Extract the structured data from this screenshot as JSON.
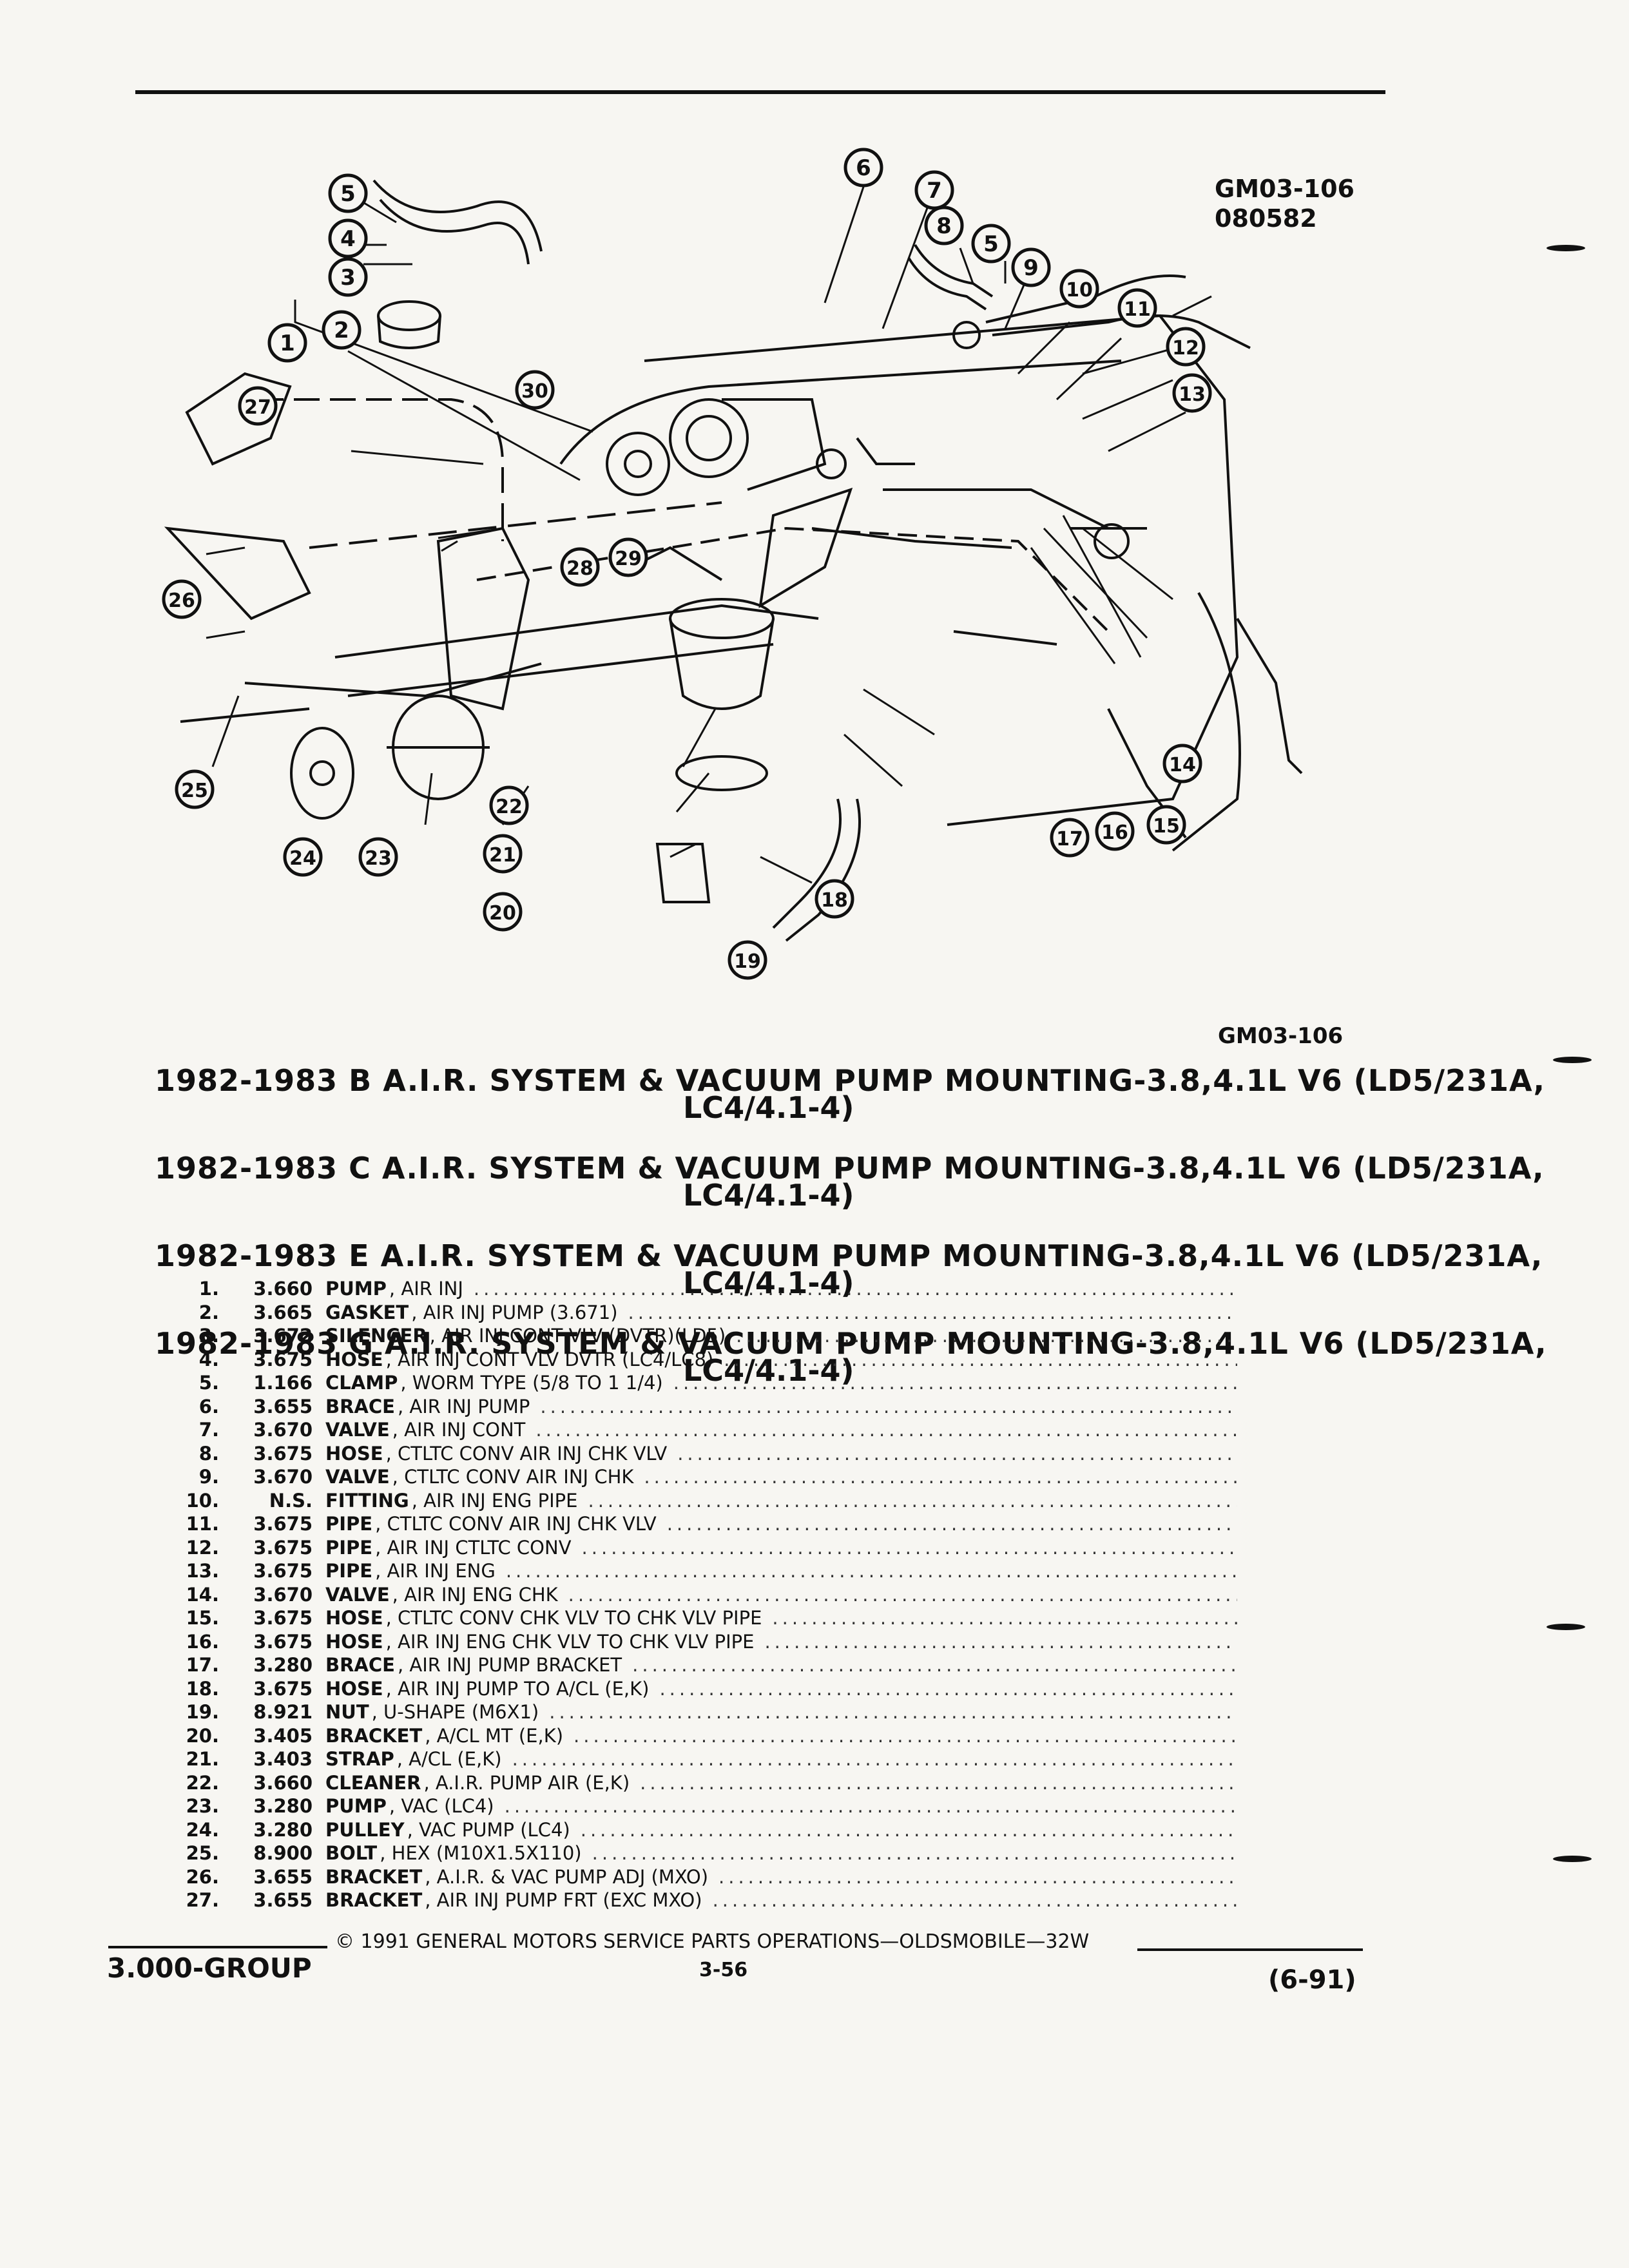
{
  "figure": {
    "code_line1": "GM03-106",
    "code_line2": "080582",
    "code_bottom": "GM03-106",
    "callouts": [
      "1",
      "2",
      "3",
      "4",
      "5",
      "5",
      "6",
      "7",
      "8",
      "9",
      "10",
      "11",
      "12",
      "13",
      "14",
      "15",
      "16",
      "17",
      "18",
      "19",
      "20",
      "21",
      "22",
      "23",
      "24",
      "25",
      "26",
      "27",
      "28",
      "29",
      "30"
    ]
  },
  "titles": [
    {
      "main": "1982-1983 B A.I.R. SYSTEM & VACUUM PUMP MOUNTING-3.8,4.1L V6 (LD5/231A,",
      "cont": "LC4/4.1-4)"
    },
    {
      "main": "1982-1983 C A.I.R. SYSTEM & VACUUM PUMP MOUNTING-3.8,4.1L V6 (LD5/231A,",
      "cont": "LC4/4.1-4)"
    },
    {
      "main": "1982-1983 E A.I.R. SYSTEM & VACUUM PUMP MOUNTING-3.8,4.1L V6 (LD5/231A,",
      "cont": "LC4/4.1-4)"
    },
    {
      "main": "1982-1983 G A.I.R. SYSTEM & VACUUM PUMP MOUNTING-3.8,4.1L V6 (LD5/231A,",
      "cont": "LC4/4.1-4)"
    }
  ],
  "parts": [
    {
      "num": "1.",
      "group": "3.660",
      "name": "PUMP",
      "desc": ", AIR INJ"
    },
    {
      "num": "2.",
      "group": "3.665",
      "name": "GASKET",
      "desc": ", AIR INJ PUMP (3.671)"
    },
    {
      "num": "3.",
      "group": "3.672",
      "name": "SILENCER",
      "desc": ", AIR INJ CONT VLV (DVTR)(LD5)"
    },
    {
      "num": "4.",
      "group": "3.675",
      "name": "HOSE",
      "desc": ", AIR INJ CONT VLV DVTR (LC4/LC8)"
    },
    {
      "num": "5.",
      "group": "1.166",
      "name": "CLAMP",
      "desc": ", WORM TYPE (5/8 TO 1 1/4)"
    },
    {
      "num": "6.",
      "group": "3.655",
      "name": "BRACE",
      "desc": ", AIR INJ PUMP"
    },
    {
      "num": "7.",
      "group": "3.670",
      "name": "VALVE",
      "desc": ", AIR INJ CONT"
    },
    {
      "num": "8.",
      "group": "3.675",
      "name": "HOSE",
      "desc": ", CTLTC CONV AIR INJ CHK VLV"
    },
    {
      "num": "9.",
      "group": "3.670",
      "name": "VALVE",
      "desc": ", CTLTC CONV AIR INJ CHK"
    },
    {
      "num": "10.",
      "group": "N.S.",
      "name": "FITTING",
      "desc": ", AIR INJ ENG PIPE"
    },
    {
      "num": "11.",
      "group": "3.675",
      "name": "PIPE",
      "desc": ", CTLTC CONV AIR INJ CHK VLV"
    },
    {
      "num": "12.",
      "group": "3.675",
      "name": "PIPE",
      "desc": ", AIR INJ CTLTC CONV"
    },
    {
      "num": "13.",
      "group": "3.675",
      "name": "PIPE",
      "desc": ", AIR INJ ENG"
    },
    {
      "num": "14.",
      "group": "3.670",
      "name": "VALVE",
      "desc": ", AIR INJ ENG CHK"
    },
    {
      "num": "15.",
      "group": "3.675",
      "name": "HOSE",
      "desc": ", CTLTC CONV CHK VLV TO CHK VLV PIPE"
    },
    {
      "num": "16.",
      "group": "3.675",
      "name": "HOSE",
      "desc": ", AIR INJ ENG CHK VLV TO CHK VLV PIPE"
    },
    {
      "num": "17.",
      "group": "3.280",
      "name": "BRACE",
      "desc": ", AIR INJ PUMP BRACKET"
    },
    {
      "num": "18.",
      "group": "3.675",
      "name": "HOSE",
      "desc": ", AIR INJ PUMP TO A/CL (E,K)"
    },
    {
      "num": "19.",
      "group": "8.921",
      "name": "NUT",
      "desc": ", U-SHAPE (M6X1)"
    },
    {
      "num": "20.",
      "group": "3.405",
      "name": "BRACKET",
      "desc": ", A/CL MT (E,K)"
    },
    {
      "num": "21.",
      "group": "3.403",
      "name": "STRAP",
      "desc": ", A/CL (E,K)"
    },
    {
      "num": "22.",
      "group": "3.660",
      "name": "CLEANER",
      "desc": ", A.I.R. PUMP AIR (E,K)"
    },
    {
      "num": "23.",
      "group": "3.280",
      "name": "PUMP",
      "desc": ", VAC (LC4)"
    },
    {
      "num": "24.",
      "group": "3.280",
      "name": "PULLEY",
      "desc": ", VAC PUMP (LC4)"
    },
    {
      "num": "25.",
      "group": "8.900",
      "name": "BOLT",
      "desc": ", HEX (M10X1.5X110)"
    },
    {
      "num": "26.",
      "group": "3.655",
      "name": "BRACKET",
      "desc": ", A.I.R. & VAC PUMP ADJ (MXO)"
    },
    {
      "num": "27.",
      "group": "3.655",
      "name": "BRACKET",
      "desc": ", AIR INJ PUMP FRT (EXC MXO)"
    }
  ],
  "footer": {
    "group_label": "3.000-GROUP",
    "copyright": "© 1991 GENERAL MOTORS SERVICE PARTS OPERATIONS—OLDSMOBILE—32W",
    "page_number": "3-56",
    "revision": "(6-91)"
  }
}
